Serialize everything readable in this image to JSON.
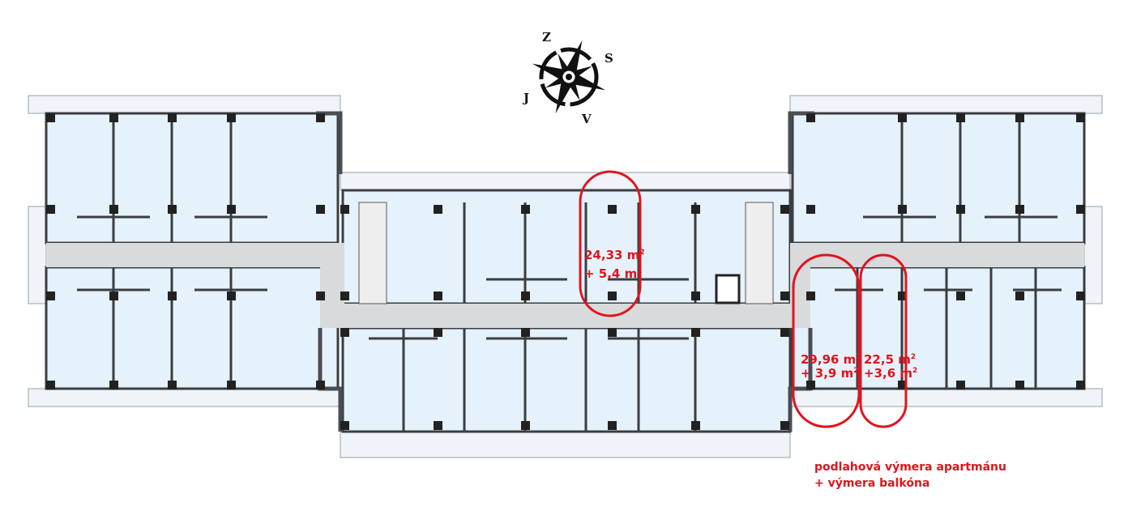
{
  "compass": {
    "north": "Z",
    "east": "S",
    "south": "J",
    "west": "V"
  },
  "annotations": [
    {
      "area": "24,33 m",
      "balcony": "+ 5,4 m",
      "unit": "2"
    },
    {
      "area": "29,96 m",
      "balcony": "+ 3,9 m",
      "unit": "2"
    },
    {
      "area": "22,5 m",
      "balcony": "+3,6 m",
      "unit": "2"
    }
  ],
  "legend": {
    "line1": "podlahová výmera apartmánu",
    "line2": "+ výmera balkóna"
  },
  "colors": {
    "room": "#e6f2fb",
    "wall": "#3a3d42",
    "corridor": "#d9dadc",
    "annotation": "#e0141e"
  }
}
